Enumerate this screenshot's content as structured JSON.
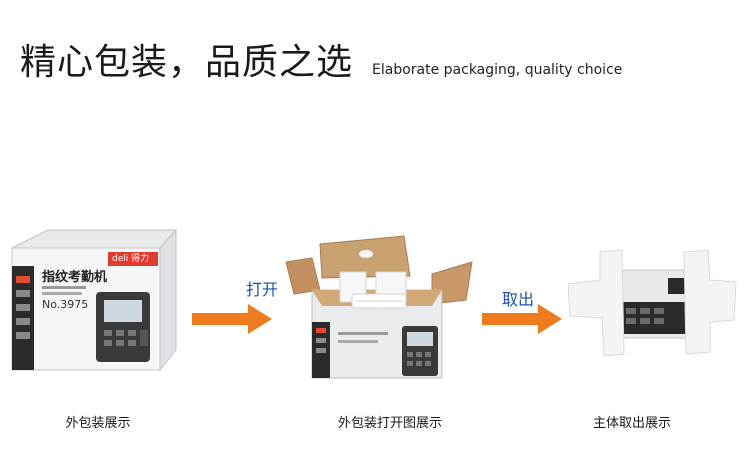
{
  "header": {
    "title_cn": "精心包装，品质之选",
    "title_en": "Elaborate packaging, quality choice"
  },
  "steps": [
    {
      "caption": "外包装展示"
    },
    {
      "caption": "外包装打开图展示"
    },
    {
      "caption": "主体取出展示"
    }
  ],
  "arrows": [
    {
      "label": "打开"
    },
    {
      "label": "取出"
    }
  ],
  "box_front": {
    "brand": "deli 得力",
    "product_name": "指纹考勤机",
    "model": "No.3975"
  },
  "colors": {
    "arrow": "#f07a1e",
    "arrow_label": "#1e4fb5",
    "cardboard": "#c79a6a",
    "foam": "#f3f3f3",
    "device_dark": "#2a2a2a"
  }
}
